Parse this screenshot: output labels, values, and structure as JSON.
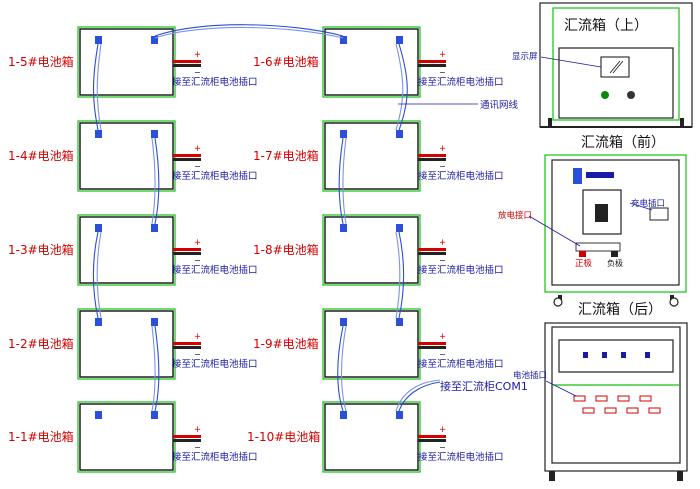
{
  "batteries_left": [
    "1-5#电池箱",
    "1-4#电池箱",
    "1-3#电池箱",
    "1-2#电池箱",
    "1-1#电池箱"
  ],
  "batteries_right": [
    "1-6#电池箱",
    "1-7#电池箱",
    "1-8#电池箱",
    "1-9#电池箱",
    "1-10#电池箱"
  ],
  "connect_label": "接至汇流柜电池插口",
  "comm_label": "通讯网线",
  "com1_label": "接至汇流柜COM1",
  "plus": "+",
  "minus": "−",
  "cabinet_top_title": "汇流箱（上）",
  "cabinet_front_title": "汇流箱（前）",
  "cabinet_back_title": "汇流箱（后）",
  "display_label": "显示屏",
  "charge_port_label": "充电插口",
  "discharge_port_label": "放电接口",
  "positive_label": "正极",
  "negative_label": "负极",
  "battery_socket_label": "电池插口",
  "colors": {
    "battery_outline": "#15c015",
    "label_red": "#d40000",
    "label_blue": "#1a1aa8",
    "cable": "#2b4fd8"
  }
}
